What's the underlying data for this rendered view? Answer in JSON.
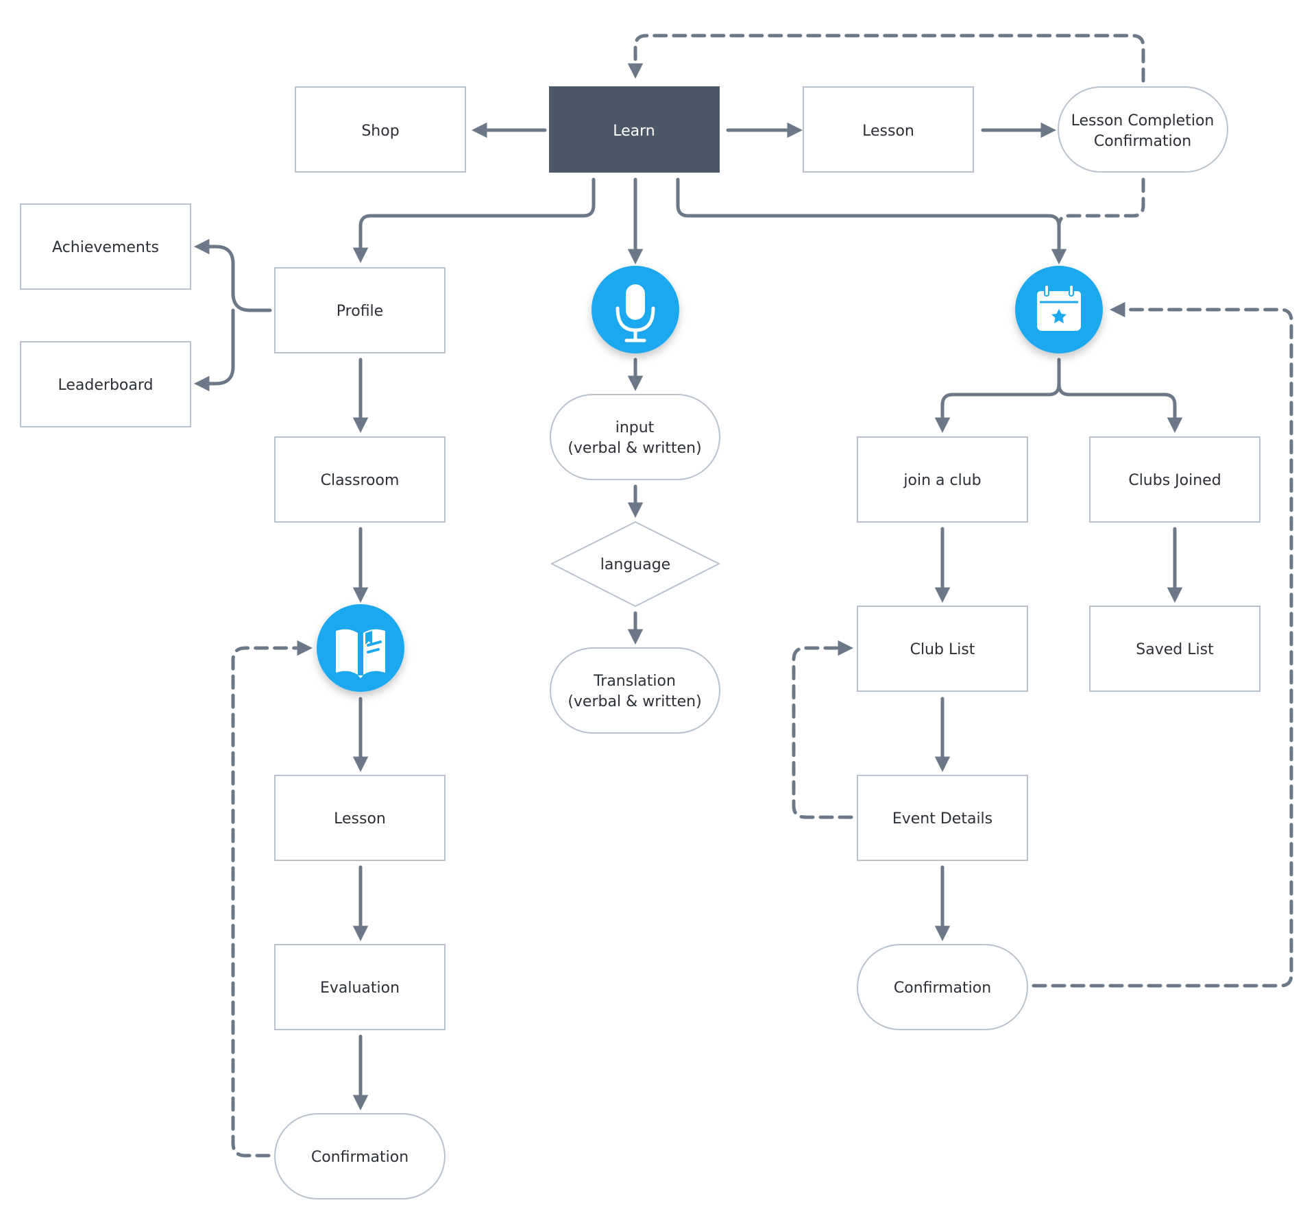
{
  "colors": {
    "stroke": "#6b7888",
    "box_border": "#b9c2cc",
    "learn_fill": "#4a5868",
    "accent": "#1aa8ef",
    "text": "#2b2f36"
  },
  "nodes": {
    "learn": "Learn",
    "shop": "Shop",
    "lesson_top": "Lesson",
    "lesson_completion": [
      "Lesson Completion",
      "Confirmation"
    ],
    "achievements": "Achievements",
    "leaderboard": "Leaderboard",
    "profile": "Profile",
    "classroom": "Classroom",
    "lesson_left": "Lesson",
    "evaluation": "Evaluation",
    "confirmation_left": "Confirmation",
    "input": [
      "input",
      "(verbal & written)"
    ],
    "language": "language",
    "translation": [
      "Translation",
      "(verbal & written)"
    ],
    "join_club": "join a club",
    "clubs_joined": "Clubs Joined",
    "club_list": "Club List",
    "saved_list": "Saved List",
    "event_details": "Event Details",
    "confirmation_right": "Confirmation"
  },
  "icons": {
    "mic": "microphone-icon",
    "calendar": "calendar-star-icon",
    "book": "book-icon"
  }
}
